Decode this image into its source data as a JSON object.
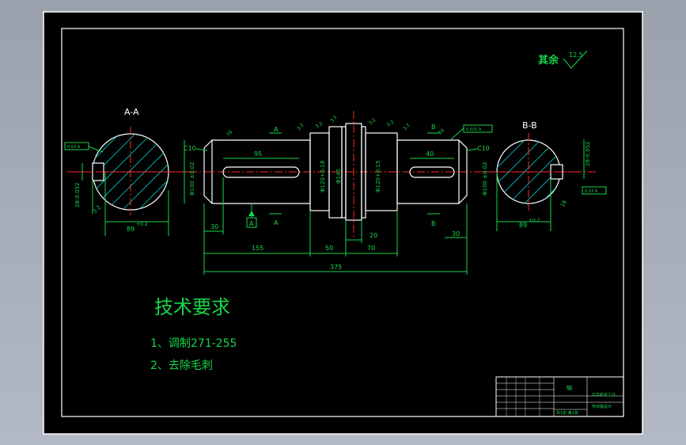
{
  "views": {
    "section_a": "A-A",
    "section_b": "B-B",
    "a_label": "A",
    "b_label": "B"
  },
  "roughness": {
    "rest_label": "其余",
    "rest_value": "12.5",
    "r16": "16",
    "r32": "3.2"
  },
  "dims": {
    "len_95": "95",
    "len_40": "40",
    "len_30_left": "30",
    "len_30_right": "30",
    "len_155": "155",
    "len_50": "50",
    "len_70": "70",
    "len_20": "20",
    "len_375": "375",
    "chamfer_left": "C10",
    "chamfer_right": "C10",
    "dia_left": "Φ100 ±0.02",
    "dia_right": "Φ100 ±0.02",
    "dia_120_left": "Φ120+0.18",
    "dia_140": "Φ140",
    "dia_120_right": "Φ120+0.15",
    "key_a_depth": "89",
    "key_a_tol": "+0.2",
    "key_b_depth": "89",
    "key_b_tol": "+0.2",
    "key_a_width": "28-0.052",
    "key_b_width": "28-0.052",
    "datum": "A",
    "tol_box_left": "0.03 A",
    "tol_box_right": "0.03 A",
    "tol_box_top": "0.025 A"
  },
  "notes": {
    "title": "技术要求",
    "item1": "1、调制271-255",
    "item2": "2、去除毛刺"
  },
  "title_block": {
    "part_name": "轴",
    "company": "北华航天工业",
    "drawing": "传动轴设计",
    "scale": "共1张 第1张"
  }
}
